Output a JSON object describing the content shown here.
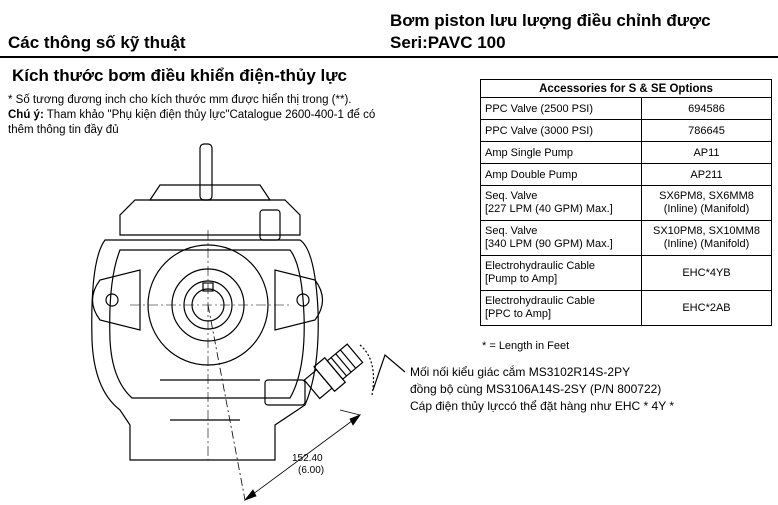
{
  "header": {
    "left_title": "Các thông số kỹ thuật",
    "right_title_line1": "Bơm piston lưu lượng điều chỉnh được",
    "right_title_line2": "Seri:PAVC 100"
  },
  "section": {
    "title": "Kích thước bơm điều khiển điện-thủy lực",
    "note_line1": "* Số tương đương inch cho kích thước mm được hiển thị trong (**).",
    "note_label": "Chú ý:",
    "note_line2": " Tham khảo \"Phụ kiện điện thủy lực\"Catalogue 2600-400-1 để có",
    "note_line3": "thêm thông tin đầy đủ"
  },
  "accessories_table": {
    "header": "Accessories for S & SE Options",
    "rows": [
      {
        "label": "PPC Valve (2500 PSI)",
        "value": "694586"
      },
      {
        "label": "PPC Valve (3000 PSI)",
        "value": "786645"
      },
      {
        "label": "Amp Single Pump",
        "value": "AP11"
      },
      {
        "label": "Amp Double Pump",
        "value": "AP211"
      },
      {
        "label": "Seq. Valve",
        "label2": "[227 LPM (40 GPM) Max.]",
        "value": "SX6PM8, SX6MM8",
        "value2": "(Inline)   (Manifold)"
      },
      {
        "label": "Seq. Valve",
        "label2": "[340 LPM (90 GPM) Max.]",
        "value": "SX10PM8, SX10MM8",
        "value2": "(Inline)   (Manifold)"
      },
      {
        "label": "Electrohydraulic Cable",
        "label2": "[Pump to Amp]",
        "value": "EHC*4YB"
      },
      {
        "label": "Electrohydraulic Cable",
        "label2": "[PPC to Amp]",
        "value": "EHC*2AB"
      }
    ],
    "footnote": "* = Length in Feet"
  },
  "callout": {
    "line1": "Mối nối kiểu giác cắm MS3102R14S-2PY",
    "line2": "đồng bộ cùng MS3106A14S-2SY (P/N 800722)",
    "line3": "Cáp điện thủy lựccó thể đặt hàng như EHC * 4Y *"
  },
  "dimension": {
    "mm": "152.40",
    "inch": "(6.00)"
  }
}
